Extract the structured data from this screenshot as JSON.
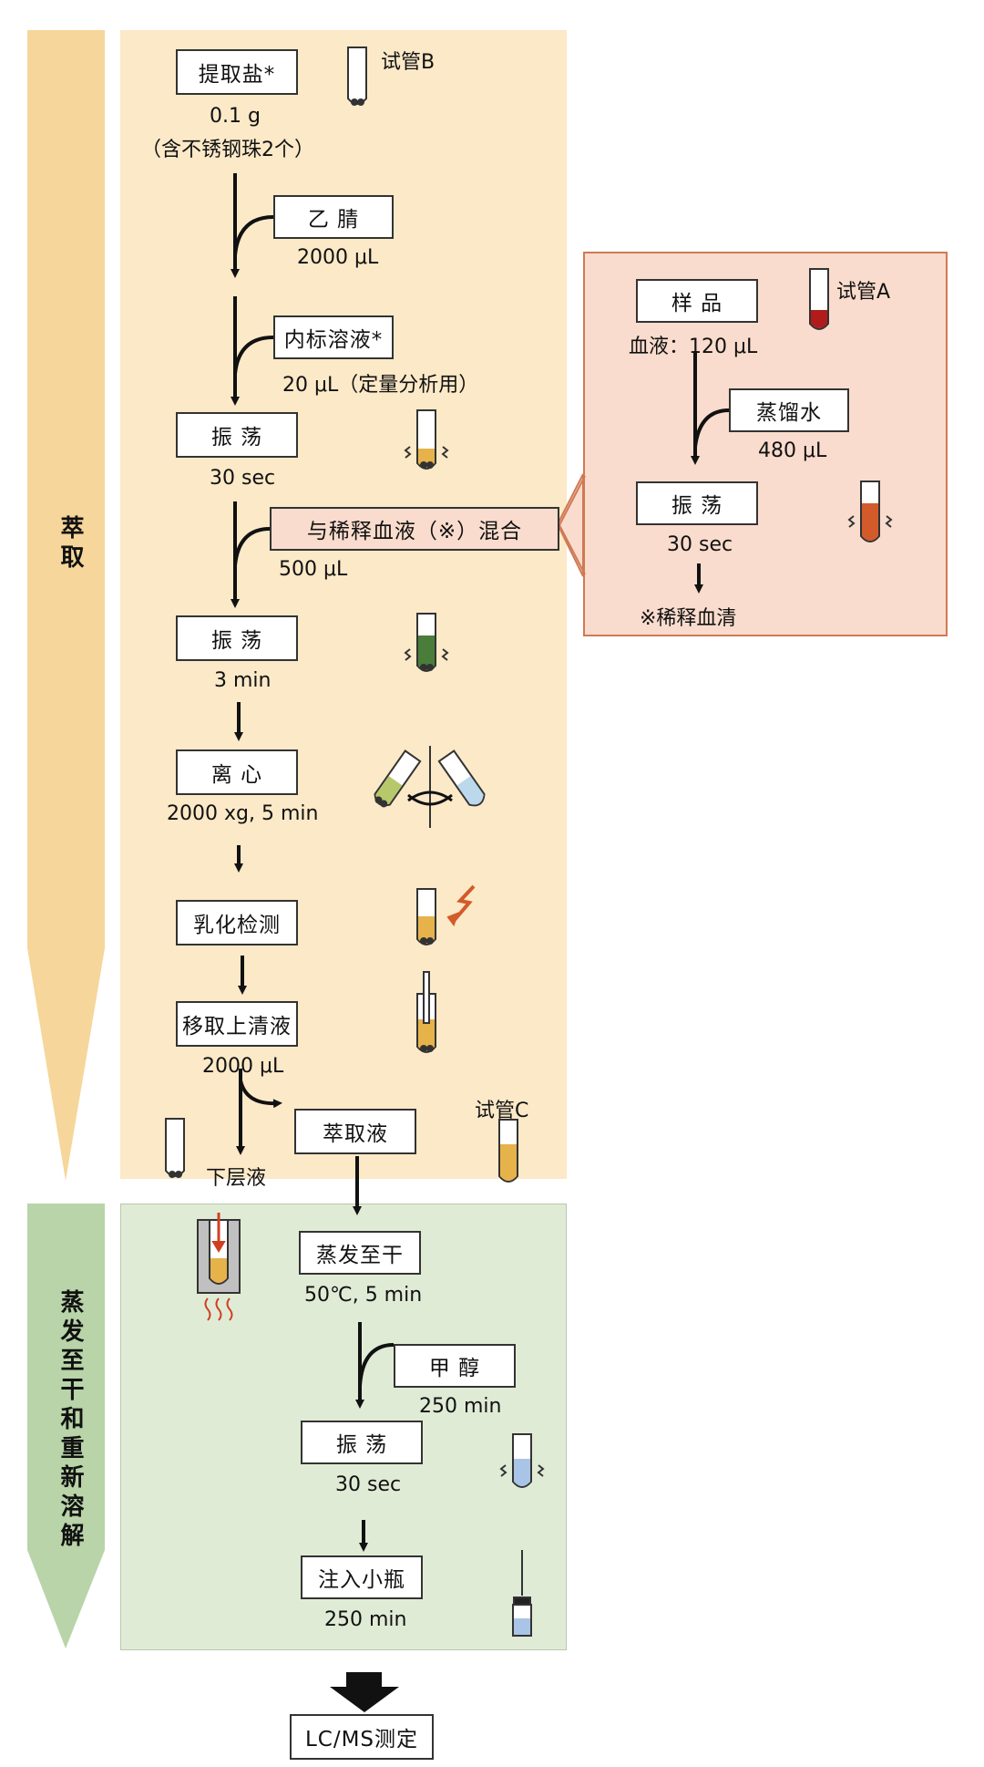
{
  "sidebar": {
    "extraction_label": "萃取",
    "evaporation_label": "蒸发至干和重新溶解"
  },
  "extraction": {
    "salt": {
      "label": "提取盐*",
      "amount": "0.1 g",
      "note": "（含不锈钢珠2个）",
      "tube": "试管B"
    },
    "acetonitrile": {
      "label": "乙 腈",
      "amount": "2000 μL"
    },
    "internal_std": {
      "label": "内标溶液*",
      "amount": "20 μL（定量分析用）"
    },
    "shake1": {
      "label": "振 荡",
      "time": "30 sec"
    },
    "mix": {
      "label": "与稀释血液（※）混合",
      "amount": "500 μL"
    },
    "shake2": {
      "label": "振 荡",
      "time": "3 min"
    },
    "centrifuge": {
      "label": "离 心",
      "cond": "2000 xg, 5 min"
    },
    "emulsion": {
      "label": "乳化检测"
    },
    "supernatant": {
      "label": "移取上清液",
      "amount": "2000 μL"
    },
    "lower_layer": {
      "label": "下层液"
    },
    "extract": {
      "label": "萃取液",
      "tube": "试管C"
    }
  },
  "sample_panel": {
    "sample": {
      "label": "样 品",
      "amount": "血液：120 μL",
      "tube": "试管A"
    },
    "water": {
      "label": "蒸馏水",
      "amount": "480 μL"
    },
    "shake": {
      "label": "振 荡",
      "time": "30 sec"
    },
    "result": "※稀释血清"
  },
  "evaporation": {
    "dry": {
      "label": "蒸发至干",
      "cond": "50℃, 5 min"
    },
    "methanol": {
      "label": "甲 醇",
      "amount": "250 min"
    },
    "shake": {
      "label": "振 荡",
      "time": "30 sec"
    },
    "vial": {
      "label": "注入小瓶",
      "amount": "250 min"
    }
  },
  "final": {
    "label": "LC/MS测定"
  },
  "colors": {
    "extraction_bg": "#fbe9c8",
    "extraction_arrow": "#f6d69a",
    "evaporation_bg": "#e0ebd6",
    "evaporation_arrow": "#b8d4a8",
    "sample_bg": "#f9dccd",
    "sample_border": "#cf7a55",
    "blood": "#b01c1c",
    "orange_liquid": "#d35a2a",
    "green_liquid": "#4a7d3a",
    "yellow_liquid": "#e6b24a",
    "blue_liquid": "#a8c4e6",
    "accent_red": "#d04020"
  }
}
